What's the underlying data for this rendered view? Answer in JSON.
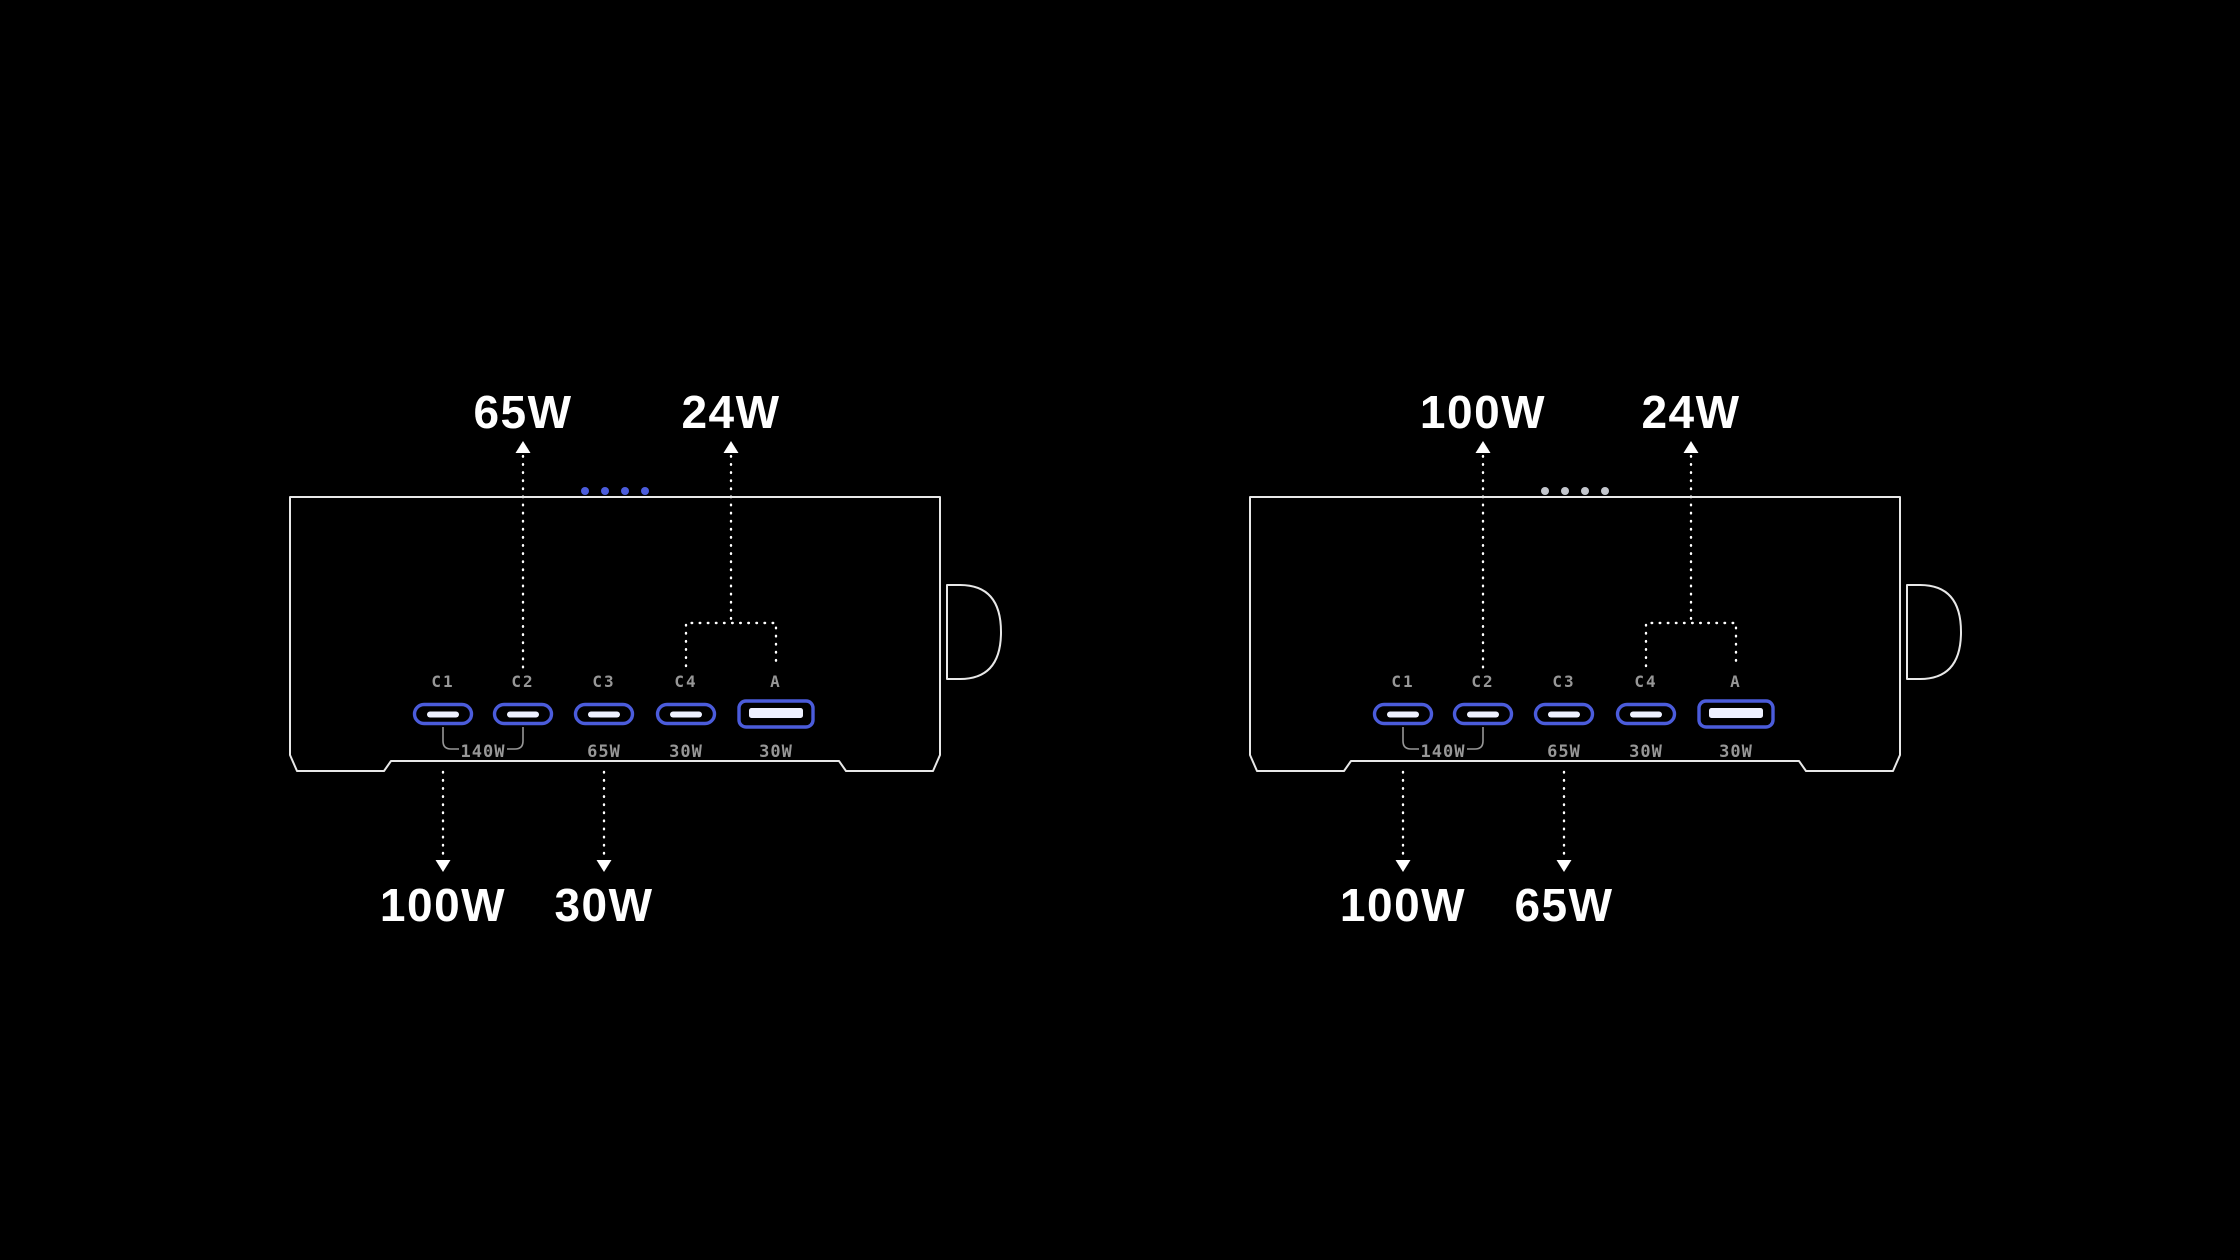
{
  "page": {
    "background": "#000000",
    "description": "Dual charging-scenario power distribution diagram for a multi-port charger"
  },
  "colors": {
    "device_outline": "#e8e8e8",
    "port_blue": "#4b5cdb",
    "port_inner": "#eef1ff",
    "small_label_gray": "#979797",
    "callout_white": "#ffffff",
    "led_left": "#4b5cdb",
    "led_right": "#c2c5cc"
  },
  "diagrams": [
    {
      "id": "scenario-left",
      "led_color": "#4b5cdb",
      "top_callouts": [
        {
          "label": "65W",
          "target": "C2"
        },
        {
          "label": "24W",
          "target": "C4 + A"
        }
      ],
      "bottom_callouts": [
        {
          "label": "100W",
          "target": "C1"
        },
        {
          "label": "30W",
          "target": "C3"
        }
      ],
      "ports": [
        {
          "name": "C1",
          "type": "usb-c"
        },
        {
          "name": "C2",
          "type": "usb-c"
        },
        {
          "name": "C3",
          "type": "usb-c"
        },
        {
          "name": "C4",
          "type": "usb-c"
        },
        {
          "name": "A",
          "type": "usb-a"
        }
      ],
      "ratings": {
        "c1_c2_combined": "140W",
        "c3": "65W",
        "c4": "30W",
        "a": "30W"
      }
    },
    {
      "id": "scenario-right",
      "led_color": "#c2c5cc",
      "top_callouts": [
        {
          "label": "100W",
          "target": "C2"
        },
        {
          "label": "24W",
          "target": "C4 + A"
        }
      ],
      "bottom_callouts": [
        {
          "label": "100W",
          "target": "C1"
        },
        {
          "label": "65W",
          "target": "C3"
        }
      ],
      "ports": [
        {
          "name": "C1",
          "type": "usb-c"
        },
        {
          "name": "C2",
          "type": "usb-c"
        },
        {
          "name": "C3",
          "type": "usb-c"
        },
        {
          "name": "C4",
          "type": "usb-c"
        },
        {
          "name": "A",
          "type": "usb-a"
        }
      ],
      "ratings": {
        "c1_c2_combined": "140W",
        "c3": "65W",
        "c4": "30W",
        "a": "30W"
      }
    }
  ]
}
